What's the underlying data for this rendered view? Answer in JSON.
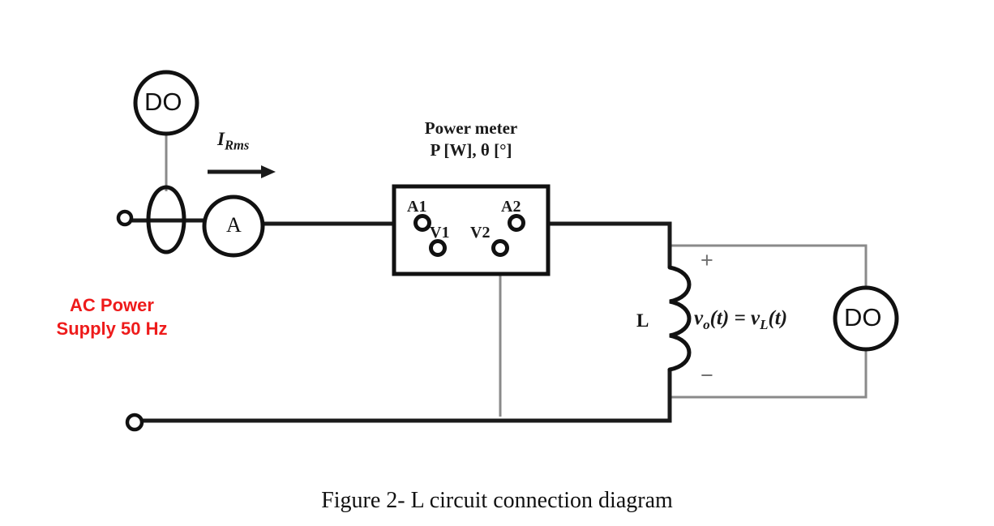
{
  "figure": {
    "caption": "Figure 2- L circuit connection diagram",
    "background_color": "#ffffff",
    "wire_color_main": "#1a1a1a",
    "wire_color_probe": "#8a8a8a",
    "accent_color": "#ee1b1b"
  },
  "source": {
    "label_line1": "AC Power",
    "label_line2": "Supply 50 Hz",
    "terminal_top_name": "source-terminal-top",
    "terminal_bottom_name": "source-terminal-bottom"
  },
  "current_probe": {
    "scope_label": "DO",
    "current_label_main": "I",
    "current_label_sub": "Rms"
  },
  "ammeter": {
    "label": "A"
  },
  "power_meter": {
    "title_line1": "Power meter",
    "title_line2": "P [W], θ [°]",
    "terminals": [
      {
        "label": "A1",
        "role": "current-input"
      },
      {
        "label": "V1",
        "role": "voltage-input"
      },
      {
        "label": "V2",
        "role": "voltage-return"
      },
      {
        "label": "A2",
        "role": "current-output"
      }
    ]
  },
  "load": {
    "label": "L",
    "type": "inductor",
    "voltage_expression": "v",
    "voltage_sub_o": "o",
    "voltage_mid": "(t) = v",
    "voltage_sub_L": "L",
    "voltage_tail": "(t)",
    "polarity_plus": "+",
    "polarity_minus": "−",
    "scope_label": "DO"
  }
}
